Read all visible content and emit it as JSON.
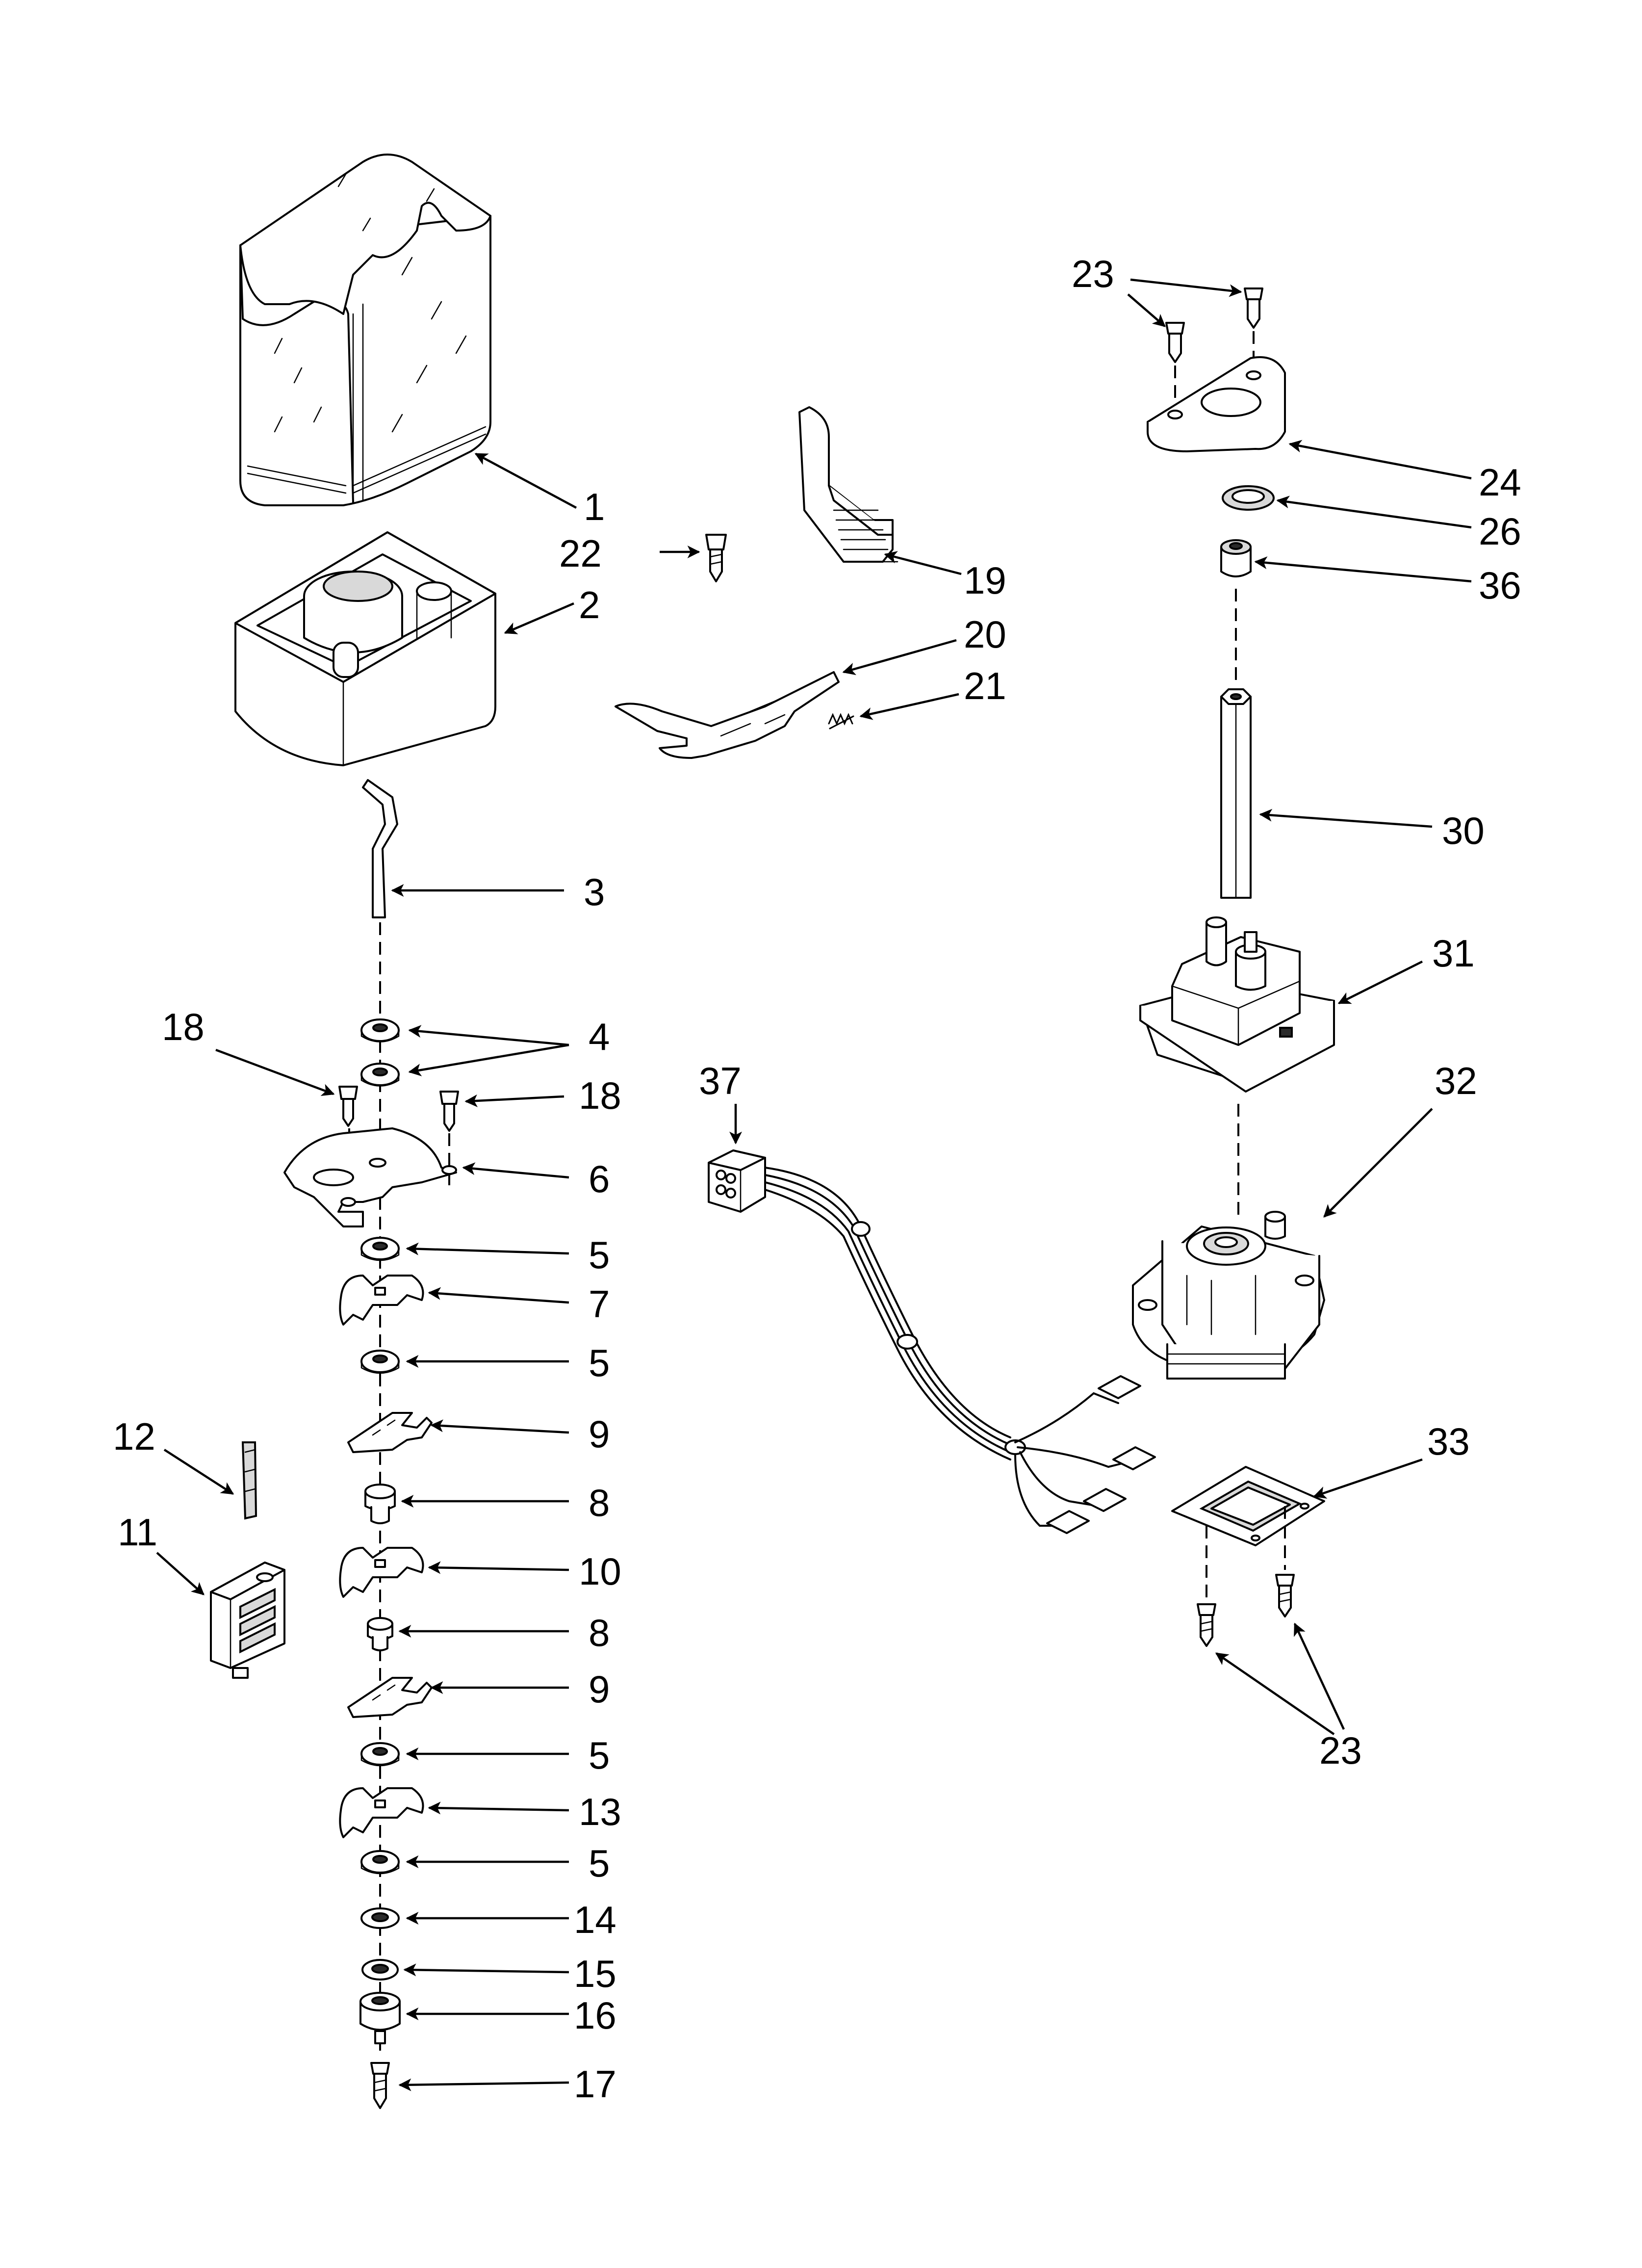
{
  "callouts": {
    "c1": "1",
    "c2": "2",
    "c3": "3",
    "c4": "4",
    "c5a": "5",
    "c5b": "5",
    "c5c": "5",
    "c5d": "5",
    "c6": "6",
    "c7": "7",
    "c8a": "8",
    "c8b": "8",
    "c9a": "9",
    "c9b": "9",
    "c10": "10",
    "c11": "11",
    "c12": "12",
    "c13": "13",
    "c14": "14",
    "c15": "15",
    "c16": "16",
    "c17": "17",
    "c18a": "18",
    "c18b": "18",
    "c19": "19",
    "c20": "20",
    "c21": "21",
    "c22": "22",
    "c23a": "23",
    "c23b": "23",
    "c24": "24",
    "c26": "26",
    "c30": "30",
    "c31": "31",
    "c32": "32",
    "c33": "33",
    "c36": "36",
    "c37": "37"
  },
  "icons": [
    "arrowhead"
  ]
}
